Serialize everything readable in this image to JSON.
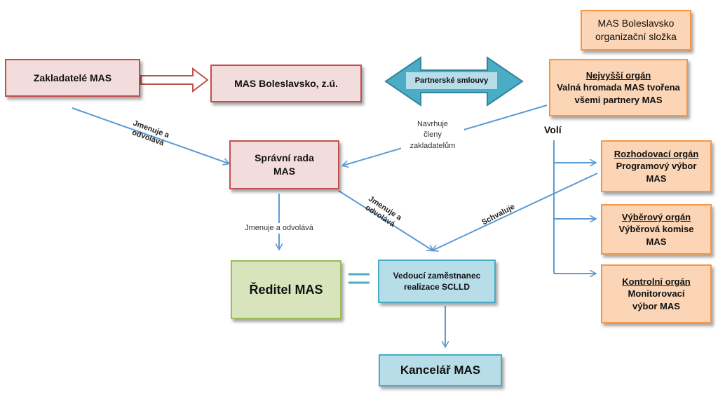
{
  "boxes": {
    "mas_org": {
      "line1": "MAS Boleslavsko",
      "line2": "organizační složka"
    },
    "zakladatele": "Zakladatelé MAS",
    "mas_zu": "MAS Boleslavsko, z.ú.",
    "nejvyssi": {
      "title": "Nejvyšší orgán",
      "line1": "Valná hromada MAS tvořena",
      "line2": "všemi partnery MAS"
    },
    "spravni": {
      "line1": "Správní rada",
      "line2": "MAS"
    },
    "reditel": "Ředitel MAS",
    "vedouci": {
      "line1": "Vedoucí zaměstnanec",
      "line2": "realizace SCLLD"
    },
    "kancelar": "Kancelář MAS",
    "rozhodovaci": {
      "title": "Rozhodovací orgán",
      "line1": "Programový výbor",
      "line2": "MAS"
    },
    "vyberovy": {
      "title": "Výběrový orgán",
      "line1": "Výběrová komise",
      "line2": "MAS"
    },
    "kontrolni": {
      "title": "Kontrolní orgán",
      "line1": "Monitorovací",
      "line2": "výbor MAS"
    }
  },
  "labels": {
    "partnerske": "Partnerské smlouvy",
    "navrhuje": {
      "line1": "Navrhuje",
      "line2": "členy",
      "line3": "zakladatelům"
    },
    "voli": "Volí",
    "jmenuje1": {
      "line1": "Jmenuje a",
      "line2": "odvolává"
    },
    "jmenuje2": "Jmenuje a odvolává",
    "jmenuje3": {
      "line1": "Jmenuje a",
      "line2": "odvolává"
    },
    "schvaluje": "Schvaluje"
  },
  "colors": {
    "pink_fill": "#f3dcdc",
    "pink_border": "#c0504d",
    "orange_fill": "#fbd5b5",
    "orange_border": "#f79646",
    "green_fill": "#d7e4bc",
    "green_border": "#9bbb59",
    "blue_fill": "#b7dde8",
    "blue_border": "#4bacc6",
    "connector": "#5b9bd5"
  }
}
